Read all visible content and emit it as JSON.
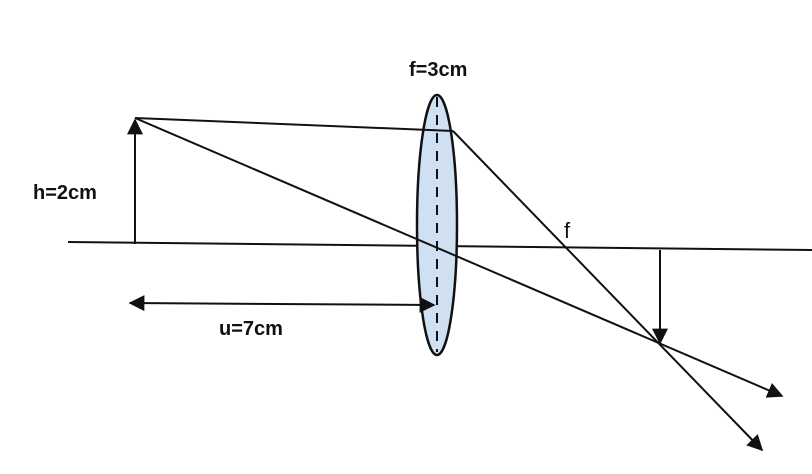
{
  "labels": {
    "focal_length": "f=3cm",
    "object_height": "h=2cm",
    "object_distance": "u=7cm",
    "focal_point": "f"
  },
  "colors": {
    "line": "#111111",
    "lens_fill": "#cfe0f3",
    "background": "#ffffff"
  }
}
